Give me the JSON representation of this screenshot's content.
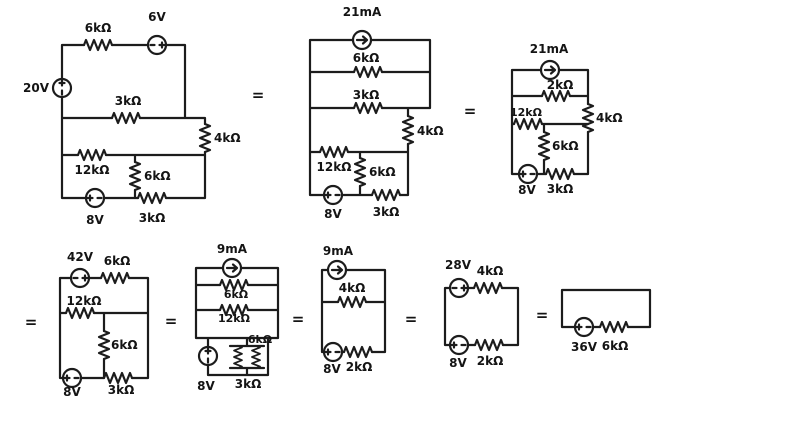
{
  "sketch": {
    "ink_color": "#1c1c1c",
    "background": "#ffffff"
  },
  "operators": {
    "eq1": "=",
    "eq2": "=",
    "eq3": "=",
    "eq4": "=",
    "eq5": "=",
    "eq6": "=",
    "eq7": "="
  },
  "circuit1": {
    "v_left": "20V",
    "r_top": "6kΩ",
    "v_top": "6V",
    "r_mid": "3kΩ",
    "r_right": "4kΩ",
    "r_lower_left": "12kΩ",
    "r_lower_mid": "6kΩ",
    "v_bottom": "8V",
    "r_bottom": "3kΩ"
  },
  "circuit2": {
    "i_top": "21mA",
    "r1": "6kΩ",
    "r2": "3kΩ",
    "r_right": "4kΩ",
    "r_lower_left": "12kΩ",
    "r_lower_mid": "6kΩ",
    "v_bottom": "8V",
    "r_bottom": "3kΩ"
  },
  "circuit3": {
    "i_top": "21mA",
    "r_top": "2kΩ",
    "r_left": "12kΩ",
    "r_right": "4kΩ",
    "r_mid": "6kΩ",
    "v_bottom": "8V",
    "r_bottom": "3kΩ"
  },
  "circuit4": {
    "v_top": "42V",
    "r_top": "6kΩ",
    "r_mid": "12kΩ",
    "r_vert": "6kΩ",
    "v_bottom": "8V",
    "r_bottom": "3kΩ"
  },
  "circuit5": {
    "i_top": "9mA",
    "r1": "6kΩ",
    "r2": "12kΩ",
    "v_bottom": "8V",
    "r_box": "6kΩ",
    "r_bottom": "3kΩ"
  },
  "circuit6": {
    "i_top": "9mA",
    "r_top": "4kΩ",
    "v_bottom": "8V",
    "r_bottom": "2kΩ"
  },
  "circuit7": {
    "v_top": "28V",
    "r_top": "4kΩ",
    "v_bottom": "8V",
    "r_bottom": "2kΩ"
  },
  "circuit8": {
    "v_source": "36V",
    "r": "6kΩ"
  }
}
